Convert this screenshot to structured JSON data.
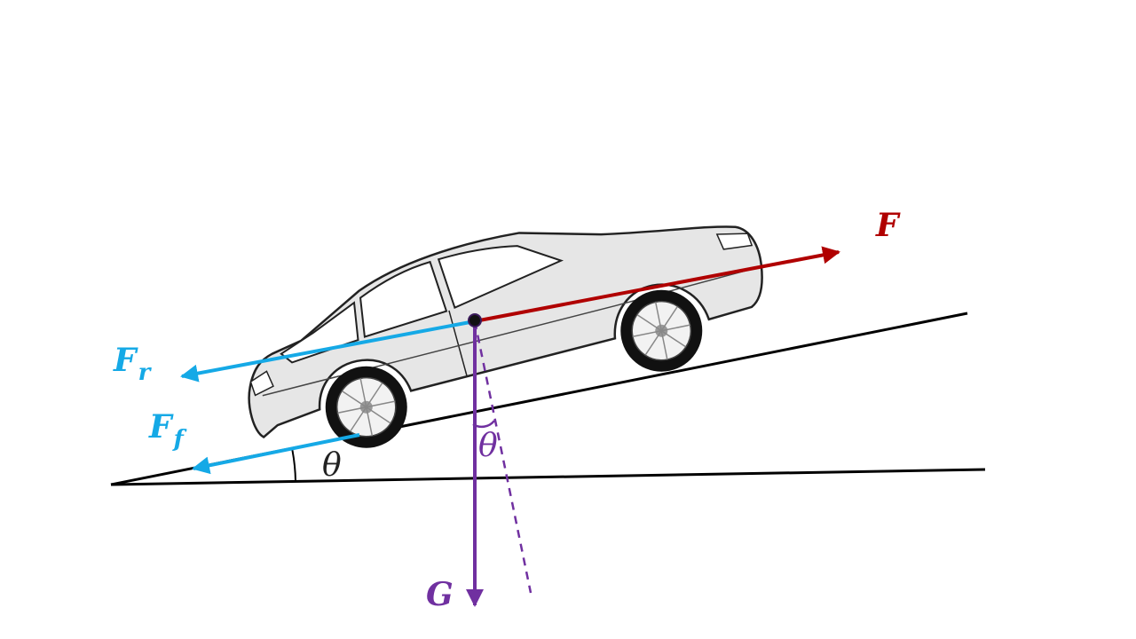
{
  "labels": {
    "traction": "F",
    "air_resistance_main": "F",
    "air_resistance_sub": "r",
    "rolling_resistance_main": "F",
    "rolling_resistance_sub": "f",
    "gravity": "G",
    "slope_angle": "θ",
    "gravity_angle": "θ"
  },
  "colors": {
    "traction": "#b00000",
    "resistance": "#15a9e6",
    "gravity": "#7030a0",
    "lines": "#000000",
    "car_body": "#e6e6e6",
    "car_outline": "#222222"
  },
  "icons": {
    "vehicle": "station-wagon-car-icon",
    "center_of_mass": "center-of-mass-dot"
  }
}
